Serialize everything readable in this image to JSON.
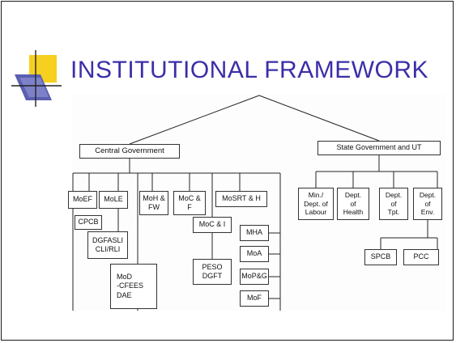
{
  "slide": {
    "title": "INSTITUTIONAL FRAMEWORK"
  },
  "logo": {
    "icon": "yellow-square-crosshair-icon"
  },
  "diagram": {
    "central": {
      "label": "Central   Government",
      "ministries_row": [
        "MoEF",
        "MoLE",
        "MoH &\nFW",
        "MoC &\nF",
        "MoSRT & H"
      ],
      "cpcb": "CPCB",
      "dgfasli": "DGFASLI\nCLI/RLI",
      "mod": "MoD\n-CFEES\nDAE",
      "moci": "MoC & I",
      "peso": "PESO\nDGFT",
      "right_column": [
        "MHA",
        "MoA",
        "MoP&G",
        "MoF"
      ]
    },
    "state": {
      "label": "State Government and UT",
      "departments": [
        "Min./\nDept. of\nLabour",
        "Dept.\nof\nHealth",
        "Dept.\nof\nTpt.",
        "Dept.\nof\nEnv."
      ],
      "sub": [
        "SPCB",
        "PCC"
      ]
    }
  }
}
